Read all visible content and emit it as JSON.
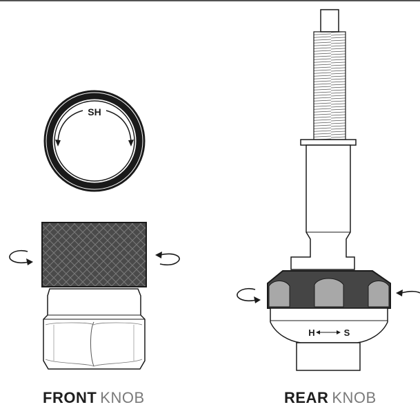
{
  "front_knob": {
    "dial_label": "SH",
    "caption_bold": "FRONT",
    "caption_light": "KNOB"
  },
  "rear_knob": {
    "label_left": "H",
    "label_right": "S",
    "caption_bold": "REAR",
    "caption_light": "KNOB"
  },
  "colors": {
    "outline": "#1a1a1a",
    "knurl_fill": "#4a4a4a",
    "knob_dark": "#454545",
    "knob_light": "#a8a8a8",
    "background": "#ffffff"
  },
  "icons": [
    "rotate-left-arrow-icon",
    "rotate-right-arrow-icon",
    "double-arrow-icon"
  ]
}
